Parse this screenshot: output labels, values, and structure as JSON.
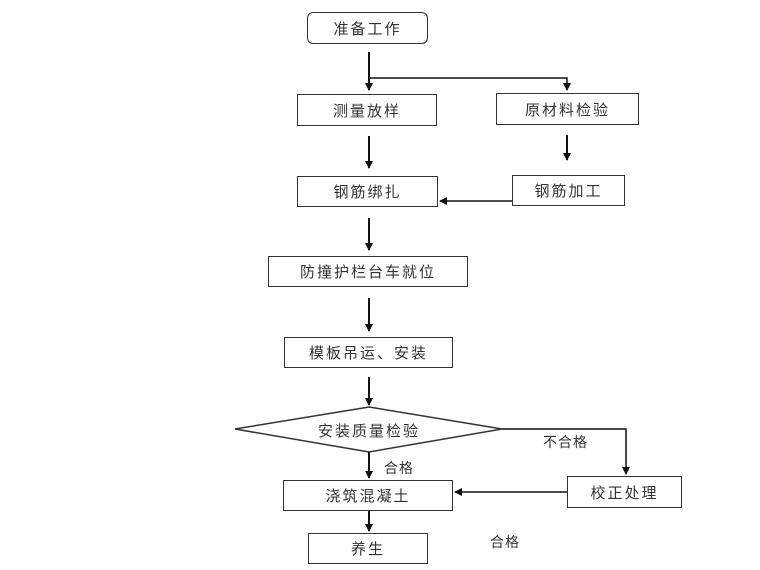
{
  "flowchart": {
    "start": {
      "label": "准备工作"
    },
    "steps": {
      "survey": {
        "label": "测量放样"
      },
      "material_inspection": {
        "label": "原材料检验"
      },
      "rebar_binding": {
        "label": "钢筋绑扎"
      },
      "rebar_processing": {
        "label": "钢筋加工"
      },
      "trolley_positioning": {
        "label": "防撞护栏台车就位"
      },
      "formwork_install": {
        "label": "模板吊运、安装"
      },
      "pour_concrete": {
        "label": "浇筑混凝土"
      },
      "correction": {
        "label": "校正处理"
      },
      "curing": {
        "label": "养生"
      }
    },
    "decision": {
      "label": "安装质量检验"
    },
    "edge_labels": {
      "fail": "不合格",
      "pass": "合格",
      "pass_after_correction": "合格"
    }
  }
}
